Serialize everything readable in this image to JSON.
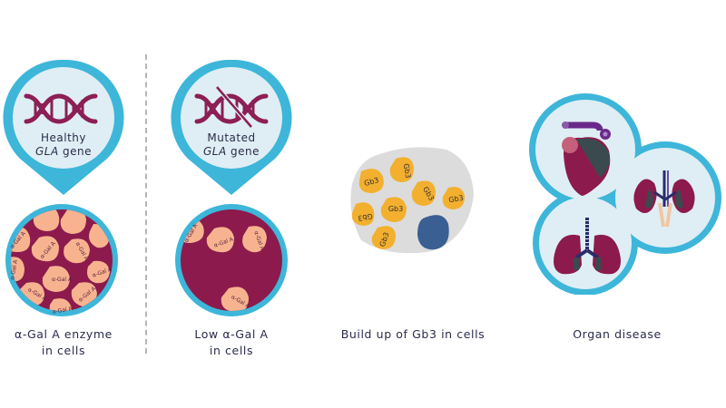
{
  "colors": {
    "ring": "#3db6d9",
    "pin_fill": "#dfeef4",
    "dna": "#8c1f55",
    "cell_bg": "#8c1a4c",
    "enzyme": "#f7b38f",
    "gb3": "#f2b02e",
    "nucleus": "#3a5f92",
    "cell_gray": "#dcdcdc",
    "text": "#2a2c4a",
    "divider": "#b5b5b5"
  },
  "steps": [
    {
      "pin": {
        "line1": "Healthy",
        "line2_italic": "GLA",
        "line2_rest": " gene",
        "icon": "dna-icon"
      },
      "cell_label": "α-Gal A",
      "caption_line1": "α-Gal A enzyme",
      "caption_line2": "in cells"
    },
    {
      "pin": {
        "line1": "Mutated",
        "line2_italic": "GLA",
        "line2_rest": " gene",
        "icon": "dna-crossed-icon"
      },
      "cell_label": "α-Gal A",
      "caption_line1": "Low α-Gal A",
      "caption_line2": "in cells"
    },
    {
      "gb3_label": "Gb3",
      "caption_line1": "Build up of Gb3 in cells"
    },
    {
      "organs": [
        "heart-icon",
        "kidneys-icon",
        "lungs-icon"
      ],
      "caption_line1": "Organ disease"
    }
  ]
}
